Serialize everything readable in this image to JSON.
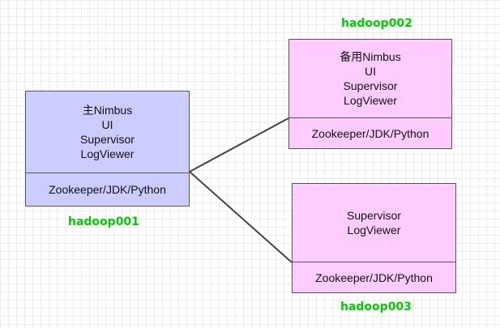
{
  "theme": {
    "node_primary_color": "#ccccff",
    "node_secondary_color": "#ffccff",
    "hostname_color": "#00cc00",
    "edge_color": "#444444"
  },
  "nodes": [
    {
      "id": "n1",
      "hostname": "hadoop001",
      "services": [
        "主Nimbus",
        "UI",
        "Supervisor",
        "LogViewer"
      ],
      "base": "Zookeeper/JDK/Python"
    },
    {
      "id": "n2",
      "hostname": "hadoop002",
      "services": [
        "备用Nimbus",
        "UI",
        "Supervisor",
        "LogViewer"
      ],
      "base": "Zookeeper/JDK/Python"
    },
    {
      "id": "n3",
      "hostname": "hadoop003",
      "services": [
        "Supervisor",
        "LogViewer"
      ],
      "base": "Zookeeper/JDK/Python"
    }
  ],
  "edges": [
    {
      "from": "n1",
      "to": "n2"
    },
    {
      "from": "n1",
      "to": "n3"
    }
  ]
}
